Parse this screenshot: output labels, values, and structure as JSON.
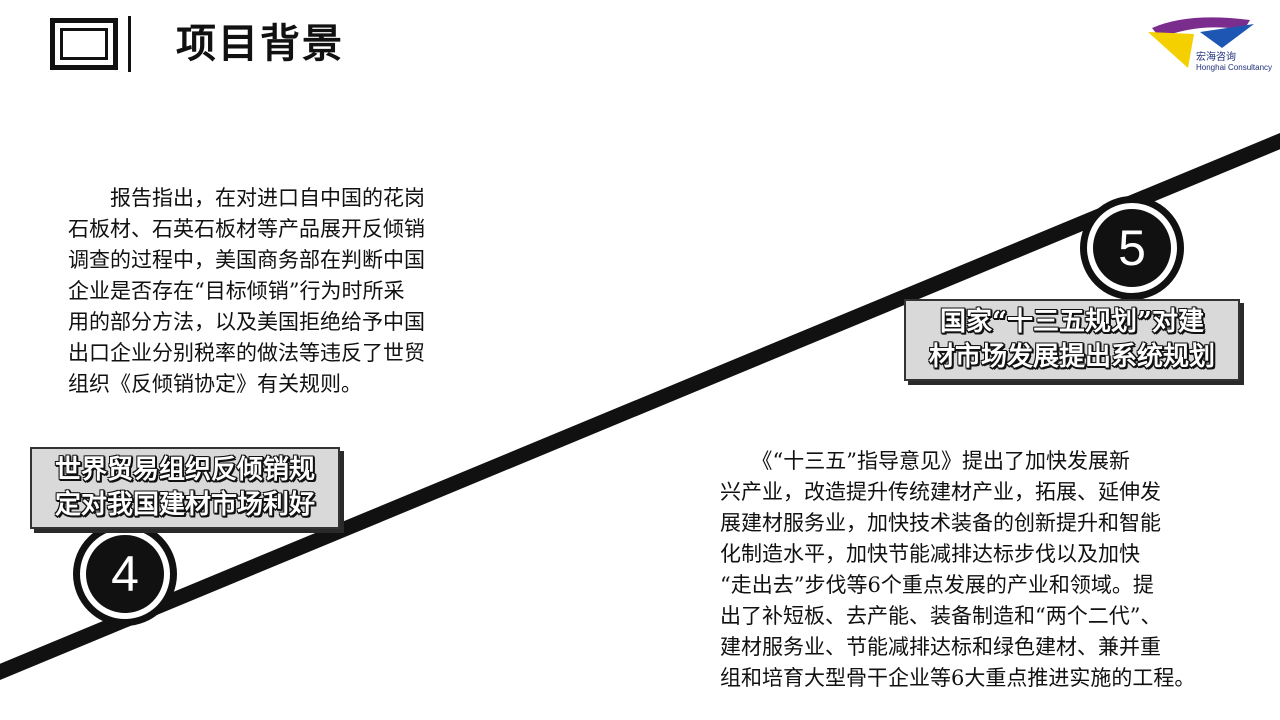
{
  "header": {
    "title": "项目背景"
  },
  "logo": {
    "name_cn": "宏海咨询",
    "name_en": "Honghai Consultancy"
  },
  "colors": {
    "line": "#111111",
    "label_fill": "#d9d9d9",
    "logo_purple": "#7b2d8e",
    "logo_yellow": "#f5d000",
    "logo_blue": "#1e56b4"
  },
  "milestones": [
    {
      "number": "4",
      "label_lines": [
        "世界贸易组织反倾销规",
        "定对我国建材市场利好"
      ]
    },
    {
      "number": "5",
      "label_lines": [
        "国家“十三五规划”对建",
        "材市场发展提出系统规划"
      ]
    }
  ],
  "paragraph_left": {
    "lines": [
      "　　报告指出，在对进口自中国的花岗",
      "石板材、石英石板材等产品展开反倾销",
      "调查的过程中，美国商务部在判断中国",
      "企业是否存在“目标倾销”行为时所采",
      "用的部分方法，以及美国拒绝给予中国",
      "出口企业分别税率的做法等违反了世贸",
      "组织《反倾销协定》有关规则。"
    ]
  },
  "paragraph_right": {
    "lines": [
      "　　《“十三五”指导意见》提出了加快发展新",
      "兴产业，改造提升传统建材产业，拓展、延伸发",
      "展建材服务业，加快技术装备的创新提升和智能",
      "化制造水平，加快节能减排达标步伐以及加快",
      "“走出去”步伐等6个重点发展的产业和领域。提",
      "出了补短板、去产能、装备制造和“两个二代”、",
      "建材服务业、节能减排达标和绿色建材、兼并重",
      "组和培育大型骨干企业等6大重点推进实施的工程。"
    ]
  }
}
